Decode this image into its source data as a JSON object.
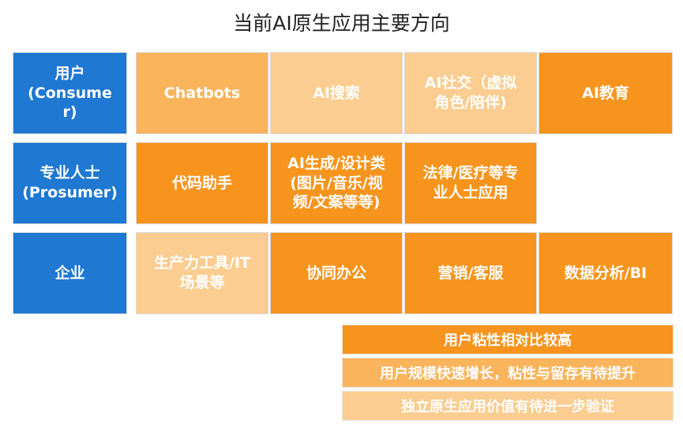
{
  "title": "当前AI原生应用主要方向",
  "rows": [
    {
      "header": "用户\n(Consume\nr)",
      "cells": [
        "Chatbots",
        "AI搜索",
        "AI社交（虚拟\n角色/陪伴)",
        "AI教育"
      ]
    },
    {
      "header": "专业人士\n(Prosumer)",
      "cells": [
        "代码助手",
        "AI生成/设计类\n(图片/音乐/视\n频/文案等等)",
        "法律/医疗等专\n业人士应用"
      ]
    },
    {
      "header": "企业",
      "cells": [
        "生产力工具/IT\n场景等",
        "协同办公",
        "营销/客服",
        "数据分析/BI"
      ]
    }
  ],
  "legend": [
    {
      "label": "用户粘性相对比较高",
      "color": "#f7941d"
    },
    {
      "label": "用户规模快速增长，粘性与留存有待提升",
      "color": "#f9b45c"
    },
    {
      "label": "独立原生应用价值有待进一步验证",
      "color": "#fbcd90"
    }
  ],
  "colors": {
    "row_header": "#1f78d1",
    "dark_orange": "#f7941d",
    "mid_orange": "#f9b45c",
    "light_orange": "#fbcd90"
  }
}
